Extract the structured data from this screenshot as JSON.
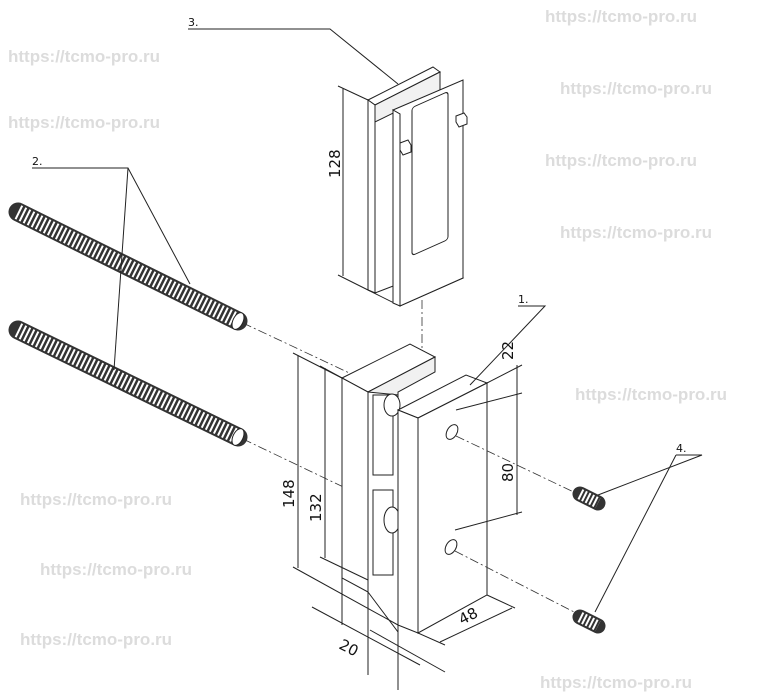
{
  "watermark": "https://tcmo-pro.ru",
  "labels": {
    "part1": "1.",
    "part2": "2.",
    "part3": "3.",
    "part4": "4."
  },
  "dimensions": {
    "d128": "128",
    "d148": "148",
    "d132": "132",
    "d22": "22",
    "d80": "80",
    "d48": "48",
    "d20": "20"
  }
}
